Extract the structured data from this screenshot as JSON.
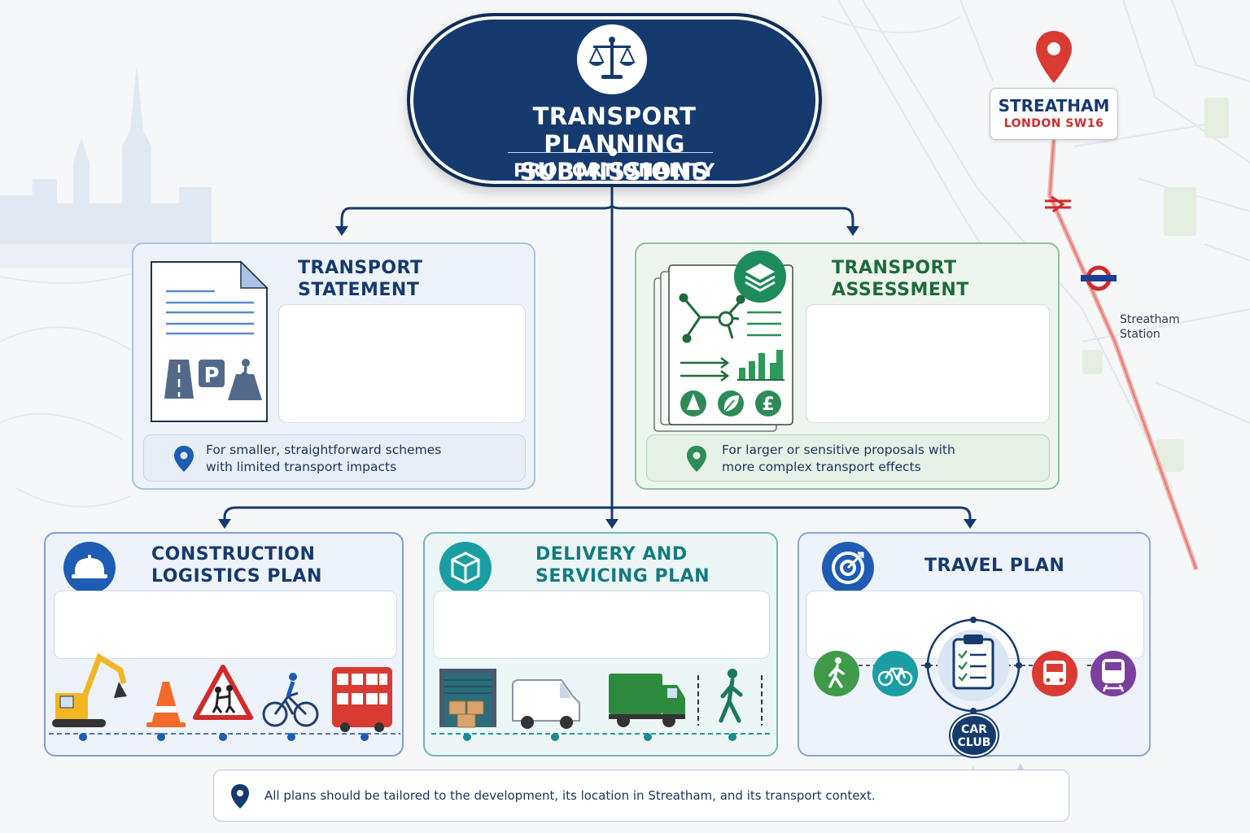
{
  "header": {
    "title": "TRANSPORT PLANNING SUBMISSIONS",
    "subtitle": "PROPORTIONALITY",
    "icon": "scales-of-justice-icon"
  },
  "map": {
    "location_name": "STREATHAM",
    "location_detail": "LONDON SW16",
    "station_label": "Streatham Station",
    "icons": [
      "map-pin-icon",
      "national-rail-icon",
      "underground-roundel-icon"
    ]
  },
  "cards": {
    "statement": {
      "title": "TRANSPORT STATEMENT",
      "note": "For smaller, straightforward schemes with limited transport impacts",
      "icons": [
        "document-icon",
        "road-icon",
        "parking-icon",
        "pedestrian-crossing-icon",
        "location-pin-icon"
      ]
    },
    "assessment": {
      "title": "TRANSPORT ASSESSMENT",
      "note": "For larger or sensitive proposals with more complex transport effects",
      "icons": [
        "layers-icon",
        "network-icon",
        "traffic-arrows-icon",
        "bar-chart-icon",
        "cone-icon",
        "leaf-icon",
        "pound-icon",
        "location-pin-icon"
      ]
    },
    "construction": {
      "title": "CONSTRUCTION LOGISTICS PLAN",
      "icons": [
        "hard-hat-icon",
        "excavator-icon",
        "traffic-cone-icon",
        "children-crossing-sign-icon",
        "cyclist-icon",
        "double-decker-bus-icon"
      ]
    },
    "delivery": {
      "title": "DELIVERY AND SERVICING PLAN",
      "icons": [
        "box-icon",
        "loading-bay-icon",
        "van-icon",
        "refuse-truck-icon",
        "pedestrian-icon"
      ]
    },
    "travel": {
      "title": "TRAVEL PLAN",
      "car_club": "CAR CLUB",
      "icons": [
        "target-icon",
        "walking-icon",
        "bicycle-icon",
        "clipboard-checklist-icon",
        "bus-icon",
        "train-icon"
      ]
    }
  },
  "footer": {
    "text": "All plans should be tailored to the development, its location in Streatham, and its transport context.",
    "icons": [
      "location-pin-icon",
      "skyline-icon"
    ]
  },
  "colors": {
    "navy": "#153a6d",
    "green": "#2e8b57",
    "teal": "#1a9ea3",
    "red": "#d12b2b",
    "blue_card": "#eef3fb"
  }
}
